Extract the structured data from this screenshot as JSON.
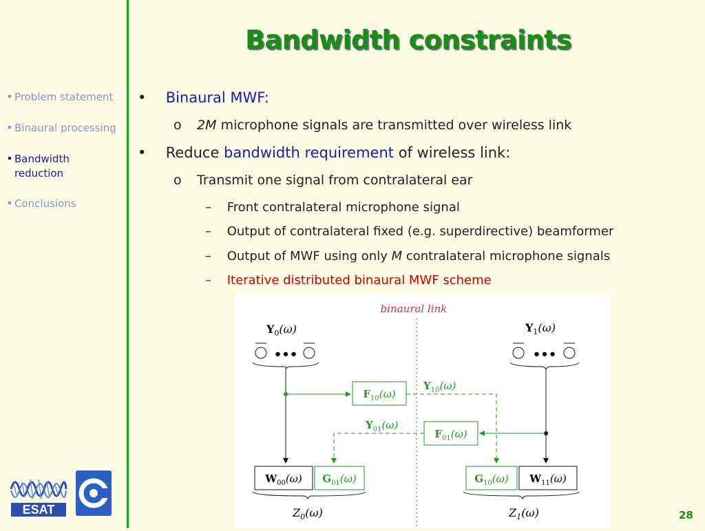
{
  "title": "Bandwidth constraints",
  "sidebar": {
    "items": [
      {
        "label": "Problem statement",
        "active": false
      },
      {
        "label": "Binaural processing",
        "active": false
      },
      {
        "label_line1": "Bandwidth",
        "label_line2": "reduction",
        "active": true
      },
      {
        "label": "Conclusions",
        "active": false
      }
    ]
  },
  "content": {
    "b1": {
      "text": "Binaural MWF:"
    },
    "b1_sub1": {
      "em": "2M",
      "text": " microphone signals are transmitted over wireless link"
    },
    "b2": {
      "pre": "Reduce ",
      "highlight": "bandwidth requirement",
      "post": " of wireless link:"
    },
    "b2_sub1": {
      "text": "Transmit one signal from contralateral ear"
    },
    "b2_items": [
      {
        "text": "Front contralateral microphone signal"
      },
      {
        "text": "Output of contralateral fixed (e.g. superdirective) beamformer"
      },
      {
        "pre": "Output of MWF using only ",
        "em": "M",
        "post": " contralateral microphone signals"
      },
      {
        "text": "Iterative distributed binaural MWF scheme"
      }
    ],
    "bullet_marker": "•",
    "sub_marker": "o",
    "dash_marker": "–"
  },
  "diagram": {
    "link_label": "binaural link",
    "y0": "Y",
    "y0_sub": "0",
    "y1": "Y",
    "y1_sub": "1",
    "omega": "(ω)",
    "f10": "F",
    "f10_sub": "10",
    "f01": "F",
    "f01_sub": "01",
    "y10": "Y",
    "y10_sub": "10",
    "y01": "Y",
    "y01_sub": "01",
    "w00": "W",
    "w00_sub": "00",
    "g01": "G",
    "g01_sub": "01",
    "g10": "G",
    "g10_sub": "10",
    "w11": "W",
    "w11_sub": "11",
    "z0": "Z",
    "z0_sub": "0",
    "z1": "Z",
    "z1_sub": "1",
    "dots": "•••"
  },
  "logos": {
    "esat": "ESAT"
  },
  "page_number": "28",
  "colors": {
    "title": "#1a8c1a",
    "accent_blue": "#1a1ab0",
    "red": "#cc0000",
    "green_diagram": "#1f9a1f",
    "background": "#fbfbe3"
  }
}
